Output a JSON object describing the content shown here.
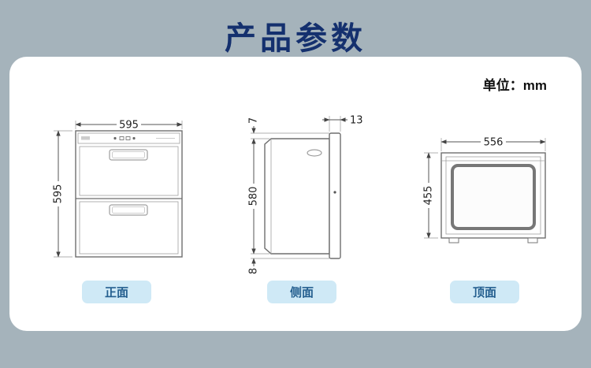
{
  "page": {
    "title": "产品参数",
    "unit_label": "单位：mm"
  },
  "colors": {
    "background": "#a5b3bb",
    "title_text": "#14306e",
    "card_background": "#ffffff",
    "pill_background": "#cfe9f6",
    "pill_text": "#245f8f",
    "drawing_line": "#6e6e6e",
    "dimension_line": "#555555"
  },
  "views": {
    "front": {
      "label": "正面",
      "dim_width": "595",
      "dim_height": "595"
    },
    "side": {
      "label": "侧面",
      "dim_top_gap": "7",
      "dim_panel_depth": "13",
      "dim_height": "580",
      "dim_bottom_gap": "8"
    },
    "top": {
      "label": "顶面",
      "dim_width": "556",
      "dim_depth": "455"
    }
  }
}
